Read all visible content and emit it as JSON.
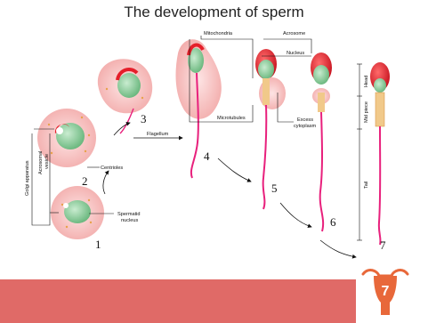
{
  "title": "The development of sperm",
  "labels": {
    "mitochondria": "Mitochondria",
    "acrosome": "Acrosome",
    "nucleus": "Nucleus",
    "microtubules": "Microtubules",
    "excess_cytoplasm_1": "Excess",
    "excess_cytoplasm_2": "cytoplasm",
    "flagellum": "Flagellum",
    "centrioles": "Centrioles",
    "golgi_apparatus": "Golgi apparatus",
    "acrosomal_vesicle_1": "Acrosomal",
    "acrosomal_vesicle_2": "vesicle",
    "spermatid_nucleus_1": "Spermatid",
    "spermatid_nucleus_2": "nucleus",
    "head": "Head",
    "mid_piece": "Mid piece",
    "tail": "Tail"
  },
  "stages": [
    "1",
    "2",
    "3",
    "4",
    "5",
    "6",
    "7"
  ],
  "logo_number": "7",
  "colors": {
    "cell": "#f3b7b5",
    "nucleus": "#86c995",
    "acrosome": "#e51f2a",
    "tail": "#e8207c",
    "banner": "#e06a67"
  }
}
